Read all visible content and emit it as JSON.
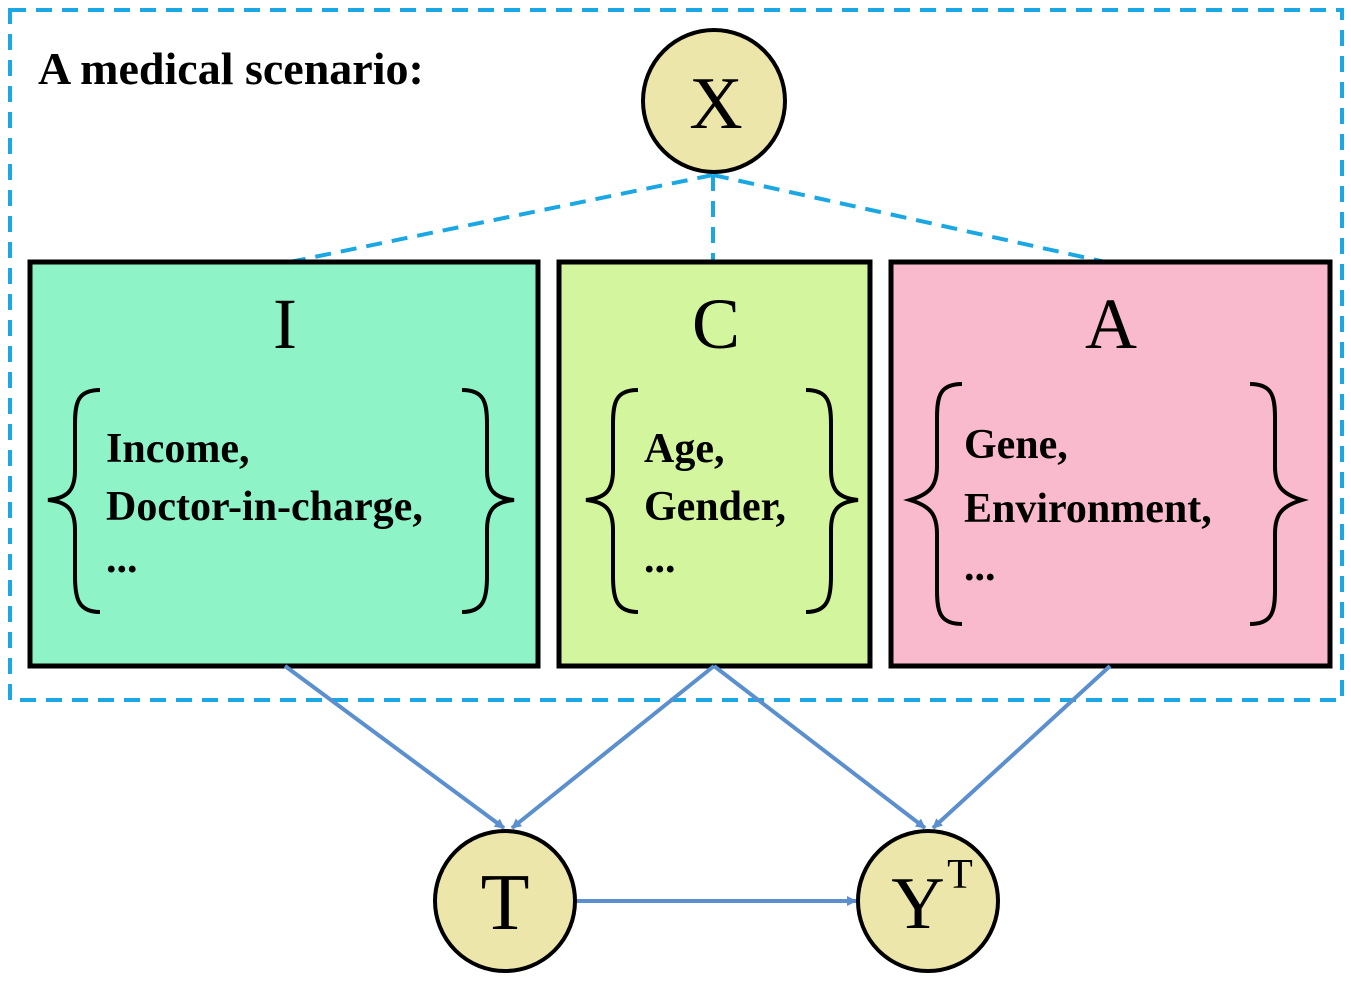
{
  "scenario": {
    "title": "A medical scenario:"
  },
  "nodes": {
    "x": {
      "label": "X"
    },
    "t": {
      "label": "T"
    },
    "y": {
      "label": "Y",
      "superscript": "T"
    }
  },
  "groups": {
    "i": {
      "label": "I",
      "items": [
        "Income,",
        "Doctor-in-charge,",
        "..."
      ],
      "color": "#8ff3c8"
    },
    "c": {
      "label": "C",
      "items": [
        "Age,",
        "Gender,",
        "..."
      ],
      "color": "#d3f59d"
    },
    "a": {
      "label": "A",
      "items": [
        "Gene,",
        "Environment,",
        "..."
      ],
      "color": "#f9bacd"
    }
  },
  "colors": {
    "node_fill": "#ede6aa",
    "dashed": "#1aa7e3",
    "arrow": "#5b8fce",
    "stroke": "#000000"
  }
}
